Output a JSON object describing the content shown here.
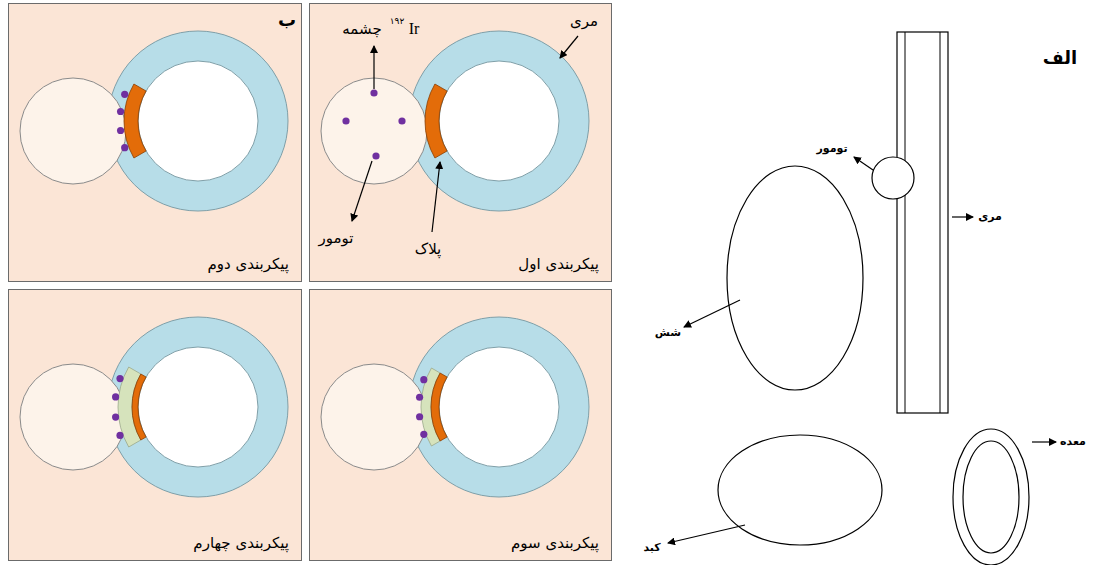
{
  "diagram": {
    "nodes": [
      {
        "text": [
          "پیکربندی اول"
        ]
      },
      {
        "text": [
          "پیکربندی دوم"
        ]
      },
      {
        "text": [
          "پیکربندی سوم"
        ]
      },
      {
        "text": [
          "پیکربندی چهارم"
        ]
      }
    ],
    "labels": [
      "الف",
      "تومور",
      "مری",
      "شش",
      "کبد",
      "معده",
      "ب",
      "چشمه",
      "۱۹۲",
      "Ir",
      "مری",
      "تومور",
      "پلاک"
    ]
  }
}
